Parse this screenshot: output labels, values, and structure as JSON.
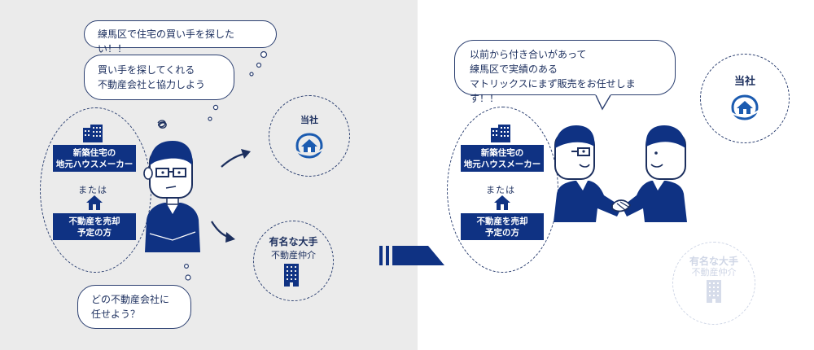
{
  "left": {
    "thought1": "練馬区で住宅の買い手を探したい！！",
    "thought2_lines": [
      "買い手を探してくれる",
      "不動産会社と協力しよう"
    ],
    "badge_builder_lines": [
      "新築住宅の",
      "地元ハウスメーカー"
    ],
    "or_text": "または",
    "badge_seller_lines": [
      "不動産を売却",
      "予定の方"
    ],
    "company_label": "当社",
    "major_title": "有名な大手",
    "major_sub": "不動産仲介",
    "question_lines": [
      "どの不動産会社に",
      "任せよう？"
    ]
  },
  "right": {
    "speech_lines": [
      "以前から付き合いがあって",
      "練馬区で実績のある",
      "マトリックスにまず販売をお任せします！！"
    ],
    "badge_builder_lines": [
      "新築住宅の",
      "地元ハウスメーカー"
    ],
    "or_text": "または",
    "badge_seller_lines": [
      "不動産を売却",
      "予定の方"
    ],
    "company_label": "当社",
    "major_title": "有名な大手",
    "major_sub": "不動産仲介"
  },
  "colors": {
    "navy": "#0f3283",
    "line": "#2b3f70",
    "panel": "#ebebeb",
    "faded": "#cfd6e6"
  }
}
